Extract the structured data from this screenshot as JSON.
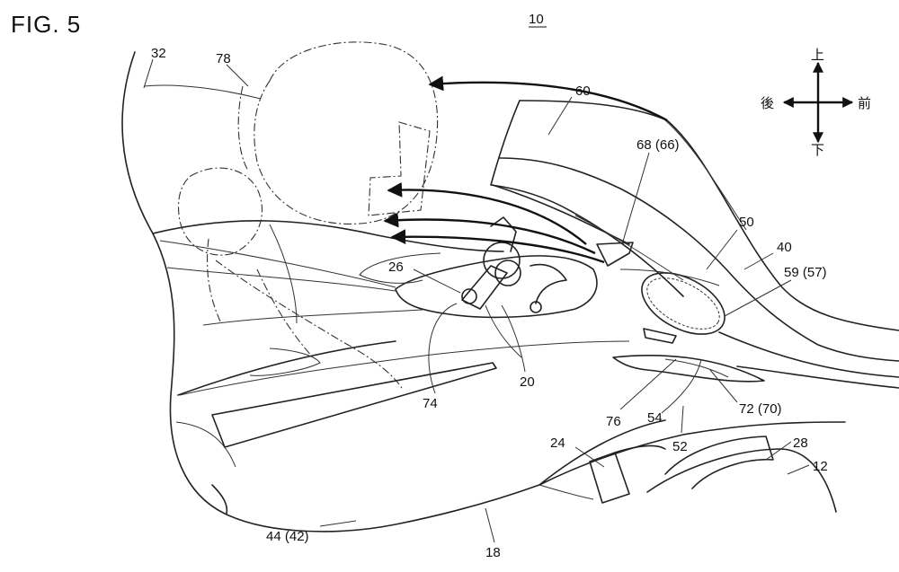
{
  "figure": {
    "title": "FIG. 5",
    "ref_main": "10"
  },
  "direction_indicator": {
    "up": "上",
    "down": "下",
    "rear": "後",
    "front": "前"
  },
  "labels": [
    {
      "id": "32",
      "text": "32"
    },
    {
      "id": "78",
      "text": "78"
    },
    {
      "id": "60",
      "text": "60"
    },
    {
      "id": "68",
      "text": "68 (66)"
    },
    {
      "id": "50",
      "text": "50"
    },
    {
      "id": "40",
      "text": "40"
    },
    {
      "id": "59",
      "text": "59 (57)"
    },
    {
      "id": "26",
      "text": "26"
    },
    {
      "id": "74",
      "text": "74"
    },
    {
      "id": "20",
      "text": "20"
    },
    {
      "id": "76",
      "text": "76"
    },
    {
      "id": "54",
      "text": "54"
    },
    {
      "id": "72",
      "text": "72 (70)"
    },
    {
      "id": "52",
      "text": "52"
    },
    {
      "id": "24",
      "text": "24"
    },
    {
      "id": "28",
      "text": "28"
    },
    {
      "id": "12",
      "text": "12"
    },
    {
      "id": "44",
      "text": "44 (42)"
    },
    {
      "id": "18",
      "text": "18"
    }
  ]
}
